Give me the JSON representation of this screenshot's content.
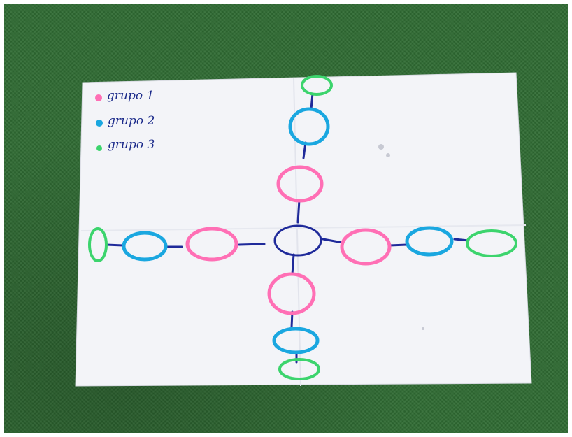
{
  "legend": {
    "items": [
      {
        "label": "grupo 1",
        "color": "#ff6fb5"
      },
      {
        "label": "grupo 2",
        "color": "#1aa7e0"
      },
      {
        "label": "grupo 3",
        "color": "#3cd46d"
      }
    ]
  },
  "colors": {
    "grass": "#2f6b33",
    "paper": "#f3f4f8",
    "center": "#1f2a9a",
    "connector": "#1f2a9a"
  }
}
